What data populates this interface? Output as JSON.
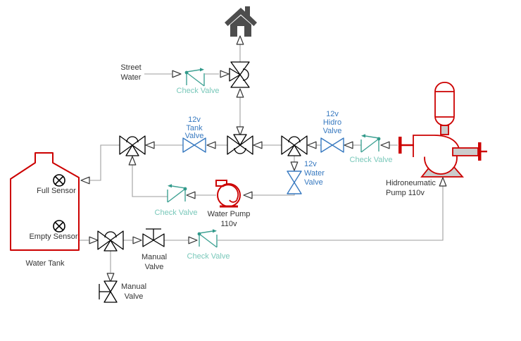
{
  "colors": {
    "pipe_gray": "#9e9e9e",
    "valve_black": "#000000",
    "solenoid_blue": "#3779c0",
    "check_teal": "#3fa294",
    "check_label_teal": "#79c8ba",
    "equipment_red": "#cc0000",
    "house_gray": "#4d4d4d",
    "metal_gray": "#cccccc"
  },
  "nodes": {
    "street_water": {
      "label_lines": [
        "Street",
        "Water"
      ]
    },
    "check_valve_street": {
      "label": "Check Valve"
    },
    "check_valve_pump": {
      "label": "Check Valve"
    },
    "check_valve_hidro": {
      "label": "Check Valve"
    },
    "check_valve_tank_out": {
      "label": "Check Valve"
    },
    "tank_valve": {
      "label_lines": [
        "12v",
        "Tank",
        "Valve"
      ]
    },
    "hidro_valve": {
      "label_lines": [
        "12v",
        "Hidro",
        "Valve"
      ]
    },
    "water_valve": {
      "label_lines": [
        "12v",
        "Water",
        "Valve"
      ]
    },
    "manual_valve_1": {
      "label_lines": [
        "Manual",
        "Valve"
      ]
    },
    "manual_valve_2": {
      "label_lines": [
        "Manual",
        "Valve"
      ]
    },
    "water_pump": {
      "label_lines": [
        "Water Pump",
        "110v"
      ]
    },
    "hidroneumatic_pump": {
      "label_lines": [
        "Hidroneumatic",
        "Pump 110v"
      ]
    },
    "water_tank": {
      "label": "Water Tank",
      "full_sensor_label": "Full Sensor",
      "empty_sensor_label": "Empty Sensor"
    }
  }
}
